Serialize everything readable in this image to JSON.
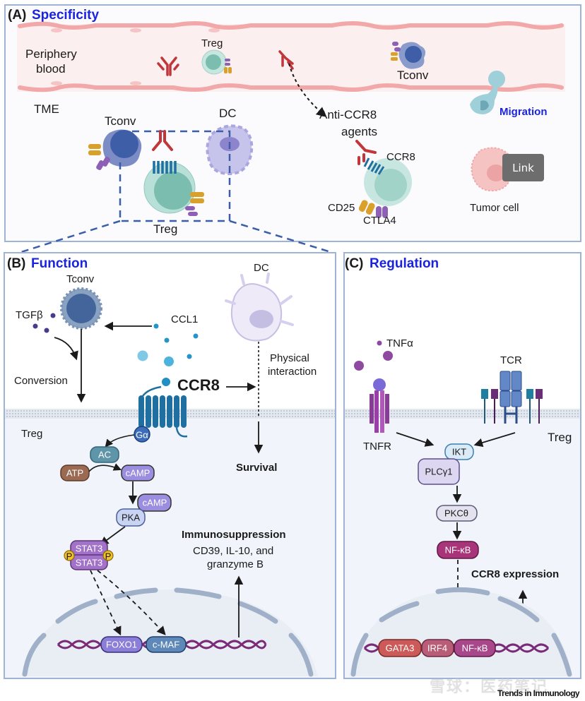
{
  "panels": {
    "a": {
      "letter": "(A)",
      "title": "Specificity",
      "labels": {
        "periphery_line1": "Periphery",
        "periphery_line2": "blood",
        "treg_blood": "Treg",
        "tconv_blood": "Tconv",
        "tme": "TME",
        "tconv_tme": "Tconv",
        "dc_tme": "DC",
        "treg_tme": "Treg",
        "anti_ccr8_line1": "Anti-CCR8",
        "anti_ccr8_line2": "agents",
        "ccr8": "CCR8",
        "cd25": "CD25",
        "ctla4": "CTLA4",
        "migration": "Migration",
        "tumor_cell": "Tumor cell"
      }
    },
    "b": {
      "letter": "(B)",
      "title": "Function",
      "labels": {
        "tconv": "Tconv",
        "tgfb": "TGFβ",
        "ccl1": "CCL1",
        "dc": "DC",
        "conversion": "Conversion",
        "ccr8": "CCR8",
        "physical_line1": "Physical",
        "physical_line2": "interaction",
        "treg": "Treg",
        "survival": "Survival",
        "immunosuppression": "Immunosuppression",
        "effectors_line1": "CD39, IL-10, and",
        "effectors_line2": "granzyme B"
      },
      "nodes": {
        "galpha": "Gα",
        "ac": "AC",
        "atp": "ATP",
        "camp1": "cAMP",
        "camp2": "cAMP",
        "pka": "PKA",
        "stat3_top": "STAT3",
        "stat3_bottom": "STAT3",
        "phospho": "P",
        "foxo1": "FOXO1",
        "cmaf": "c-MAF"
      }
    },
    "c": {
      "letter": "(C)",
      "title": "Regulation",
      "labels": {
        "tnfa": "TNFα",
        "tcr": "TCR",
        "tnfr": "TNFR",
        "treg": "Treg",
        "ccr8_expression": "CCR8 expression"
      },
      "nodes": {
        "ikt": "IKT",
        "plcg1": "PLCγ1",
        "pkct": "PKCθ",
        "nfkb": "NF-κB",
        "gata3": "GATA3",
        "irf4": "IRF4",
        "nfkb_dna": "NF-κB"
      }
    }
  },
  "overlay": {
    "link_label": "Link"
  },
  "footer": {
    "credit": "Trends in Immunology",
    "watermark": "雪球：医药笔记"
  },
  "colors": {
    "title_blue": "#1a24e0",
    "panel_border": "#9fb3d6",
    "vessel": "#f3b9b9",
    "ccr8_receptor": "#1f6fa0",
    "antibody": "#c0363a",
    "treg_cell": "#9fd3c7",
    "dna": "#7a2a78"
  }
}
